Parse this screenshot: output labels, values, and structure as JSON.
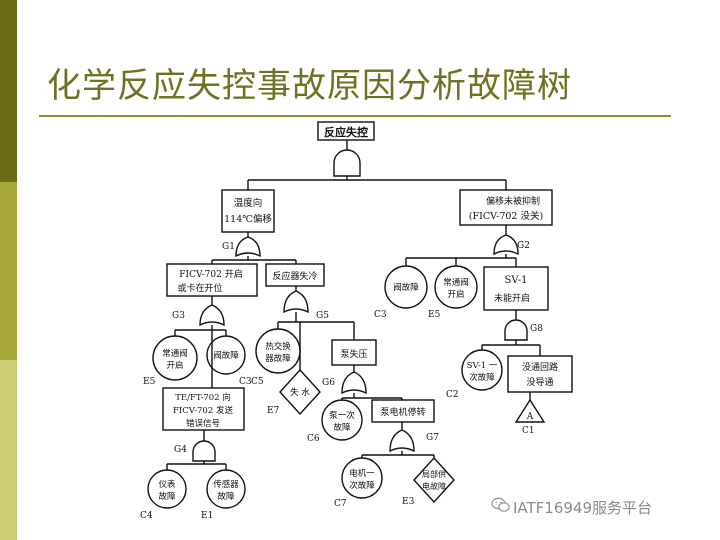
{
  "slide": {
    "title": "化学反应失控事故原因分析故障树",
    "colors": {
      "band_dark": "#6b6b16",
      "band_mid": "#a7a838",
      "band_light": "#cccc74",
      "title": "#6f7020",
      "rule": "#8f902d"
    }
  },
  "tree": {
    "top": "反应失控",
    "boxes": {
      "temp_l1": "温度向",
      "temp_l2": "114℃偏移",
      "bias_l1": "偏移未被抑制",
      "bias_l2": "(FICV-702 没关)",
      "ficv_l1": "FICV-702 开启",
      "ficv_l2": "或卡在开位",
      "cool": "反应器失冷",
      "te_l1": "TE/FT-702 向",
      "te_l2": "FICV-702 发送",
      "te_l3": "错误信号",
      "pump_pressure": "泵失压",
      "motor_stop": "泵电机停转",
      "sv1_l1": "SV-1",
      "sv1_l2": "未能开启",
      "route_l1": "没通回路",
      "route_l2": "没导通"
    },
    "circles": {
      "c_valve_l1": "常通阀",
      "c_valve_l2": "开启",
      "c_valvefail_l1": "阀故障",
      "c_hx_l1": "热交换",
      "c_hx_l2": "器故障",
      "c_pump1_l1": "泵一次",
      "c_pump1_l2": "故障",
      "c_instr_l1": "仪表",
      "c_instr_l2": "故障",
      "c_sensor_l1": "传感器",
      "c_sensor_l2": "故障",
      "c_motor_l1": "电机一",
      "c_motor_l2": "次故障",
      "c_rvalve_l1": "阀故障",
      "c_rvalve2_l1": "常通阀",
      "c_rvalve2_l2": "开启",
      "c_sv1_l1": "SV-1 一",
      "c_sv1_l2": "次故障"
    },
    "diamonds": {
      "water_l1": "失 水",
      "power_l1": "局部供",
      "power_l2": "电故障"
    },
    "triangle": "A",
    "gates": {
      "g1": "G1",
      "g2": "G2",
      "g3": "G3",
      "g4": "G4",
      "g5": "G5",
      "g6": "G6",
      "g7": "G7",
      "g8": "G8"
    },
    "events": {
      "c1": "C1",
      "c2": "C2",
      "c3a": "C3",
      "c3b": "C3",
      "c4": "C4",
      "c5": "C5",
      "c6": "C6",
      "c7": "C7",
      "e1": "E1",
      "e3": "E3",
      "e5a": "E5",
      "e5b": "E5",
      "e7": "E7"
    }
  },
  "watermark": {
    "text": "IATF16949服务平台",
    "icon": "wechat-icon"
  }
}
